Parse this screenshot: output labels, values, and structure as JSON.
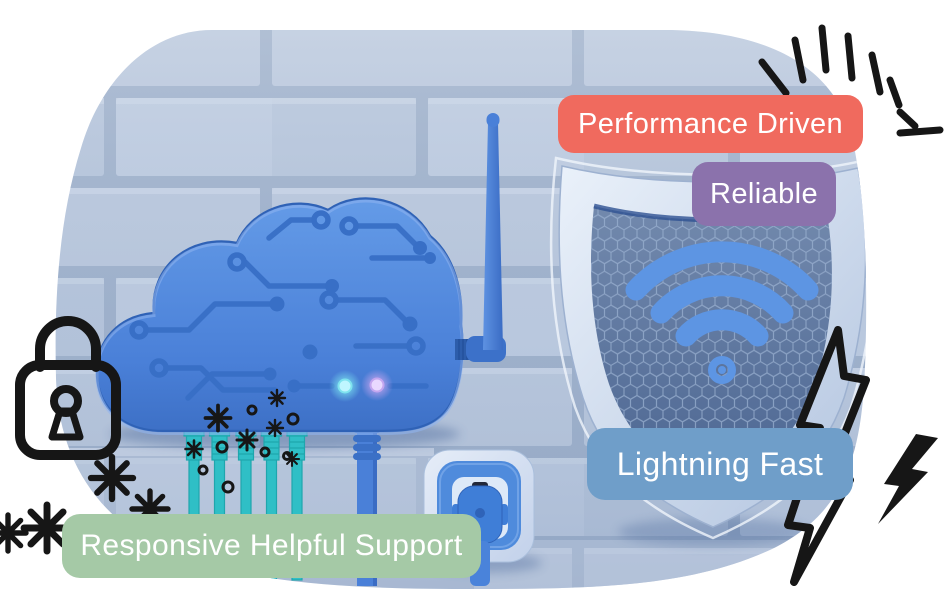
{
  "badges": {
    "performance_driven": {
      "label": "Performance Driven",
      "bg": "#f06a5e",
      "text_color": "#ffffff"
    },
    "reliable": {
      "label": "Reliable",
      "bg": "#8b72ac",
      "text_color": "#ffffff"
    },
    "lightning_fast": {
      "label": "Lightning Fast",
      "bg": "#6f9ec9",
      "text_color": "#ffffff"
    },
    "responsive_support": {
      "label": "Responsive Helpful Support",
      "bg": "#a5c9a6",
      "text_color": "#ffffff"
    }
  },
  "illustration": {
    "icons": [
      "cloud-router-icon",
      "wifi-antenna-icon",
      "shield-icon",
      "wifi-icon",
      "power-outlet-icon",
      "power-plug-icon",
      "ethernet-cable-icon",
      "padlock-doodle-icon",
      "burst-rays-doodle-icon",
      "lightning-bolt-outline-doodle-icon",
      "lightning-bolt-solid-doodle-icon",
      "sparkle-doodle-icon",
      "circle-doodle-icon"
    ],
    "colors": {
      "brick_wall": "#b9c7dc",
      "mortar": "#9fb1cb",
      "cloud_router_blue": "#4a80d8",
      "circuit_trace": "#386fc6",
      "ethernet_teal": "#2fbfc6",
      "led_cyan": "#baf4ff",
      "led_violet": "#e4d2ff",
      "shield_rim": "#d9e4f3",
      "shield_mesh": "#5e7699",
      "wifi_symbol_blue": "#5d95e3",
      "doodle_black": "#161616"
    }
  }
}
